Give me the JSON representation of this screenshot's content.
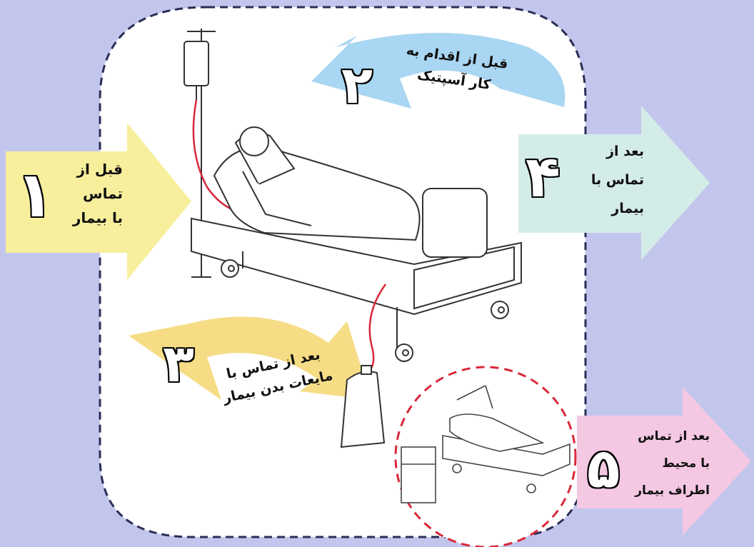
{
  "moments": [
    {
      "number": "۱",
      "lines": [
        "قبل از",
        "تماس",
        "با بیمار"
      ],
      "color": "#f7ef9c"
    },
    {
      "number": "۲",
      "lines": [
        "قبل از اقدام به",
        "کار آسپتیک"
      ],
      "color": "#a9d6f2"
    },
    {
      "number": "۳",
      "lines": [
        "بعد از تماس با",
        "مایعات بدن بیمار"
      ],
      "color": "#f6dc85"
    },
    {
      "number": "۴",
      "lines": [
        "بعد از",
        "تماس با",
        "بیمار"
      ],
      "color": "#d4ece8"
    },
    {
      "number": "۵",
      "lines": [
        "بعد از تماس",
        "با محیط",
        "اطراف بیمار"
      ],
      "color": "#f4c7e3"
    }
  ],
  "colors": {
    "background": "#c3c6ec",
    "zone": "#ffffff",
    "zone_border": "#2b2d57",
    "tube": "#d8283a",
    "circle_border": "#d8283a"
  },
  "icons": [
    "patient-bed-illustration",
    "iv-stand-icon",
    "urine-bag-icon",
    "empty-bed-illustration",
    "bedside-cabinet-icon"
  ]
}
